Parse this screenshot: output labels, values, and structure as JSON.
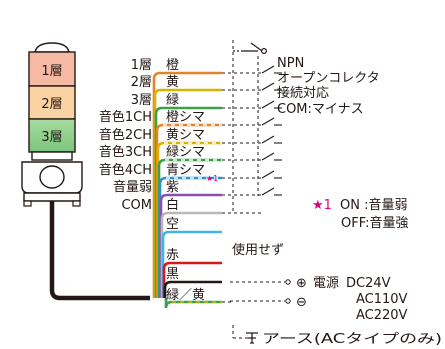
{
  "colors": {
    "tier1": "#f6b9a3",
    "tier2": "#fbd3a2",
    "tier3": "#8fcf8d",
    "tier_text": "#231815",
    "cable": "#231815",
    "outline": "#231815",
    "star": "#e4007f",
    "dash": "#231815"
  },
  "tower": {
    "tiers": [
      "1層",
      "2層",
      "3層"
    ]
  },
  "signals": [
    {
      "label": "1層",
      "wire": "橙",
      "color": "#e8822a",
      "stripe": false
    },
    {
      "label": "2層",
      "wire": "黄",
      "color": "#d9b300",
      "stripe": false
    },
    {
      "label": "3層",
      "wire": "緑",
      "color": "#3aa04c",
      "stripe": false
    },
    {
      "label": "音色1CH",
      "wire": "橙シマ",
      "color": "#e8822a",
      "stripe": true
    },
    {
      "label": "音色2CH",
      "wire": "黄シマ",
      "color": "#d9b300",
      "stripe": true
    },
    {
      "label": "音色3CH",
      "wire": "緑シマ",
      "color": "#3aa04c",
      "stripe": true
    },
    {
      "label": "音色4CH",
      "wire": "青シマ",
      "color": "#2f8fd6",
      "stripe": true
    },
    {
      "label": "音量弱",
      "wire": "紫",
      "color": "#8a4fb0",
      "stripe": false
    },
    {
      "label": "COM",
      "wire": "白",
      "color": "#b8b8b8",
      "stripe": false
    },
    {
      "label": "",
      "wire": "空",
      "color": "#3fb5e0",
      "stripe": false
    },
    {
      "label": "",
      "wire": "赤",
      "color": "#d7191c",
      "stripe": false
    },
    {
      "label": "",
      "wire": "黒",
      "color": "#231815",
      "stripe": false
    },
    {
      "label": "",
      "wire": "緑／黄",
      "color": "#3aa04c",
      "stripe": true
    }
  ],
  "right": {
    "npn": "NPN",
    "open_collector": "オープンコレクタ",
    "connection": "接続対応",
    "com": "COM:マイナス",
    "star_mark": "★1",
    "star_small": "★1",
    "on_text": "ON :音量弱",
    "off_text": "OFF:音量強",
    "unused": "使用せず",
    "power": "電源",
    "plus": "⊕",
    "minus": "⊖",
    "dc": "DC24V",
    "ac110": "AC110V",
    "ac220": "AC220V",
    "earth": "アース(ACタイプのみ)"
  }
}
